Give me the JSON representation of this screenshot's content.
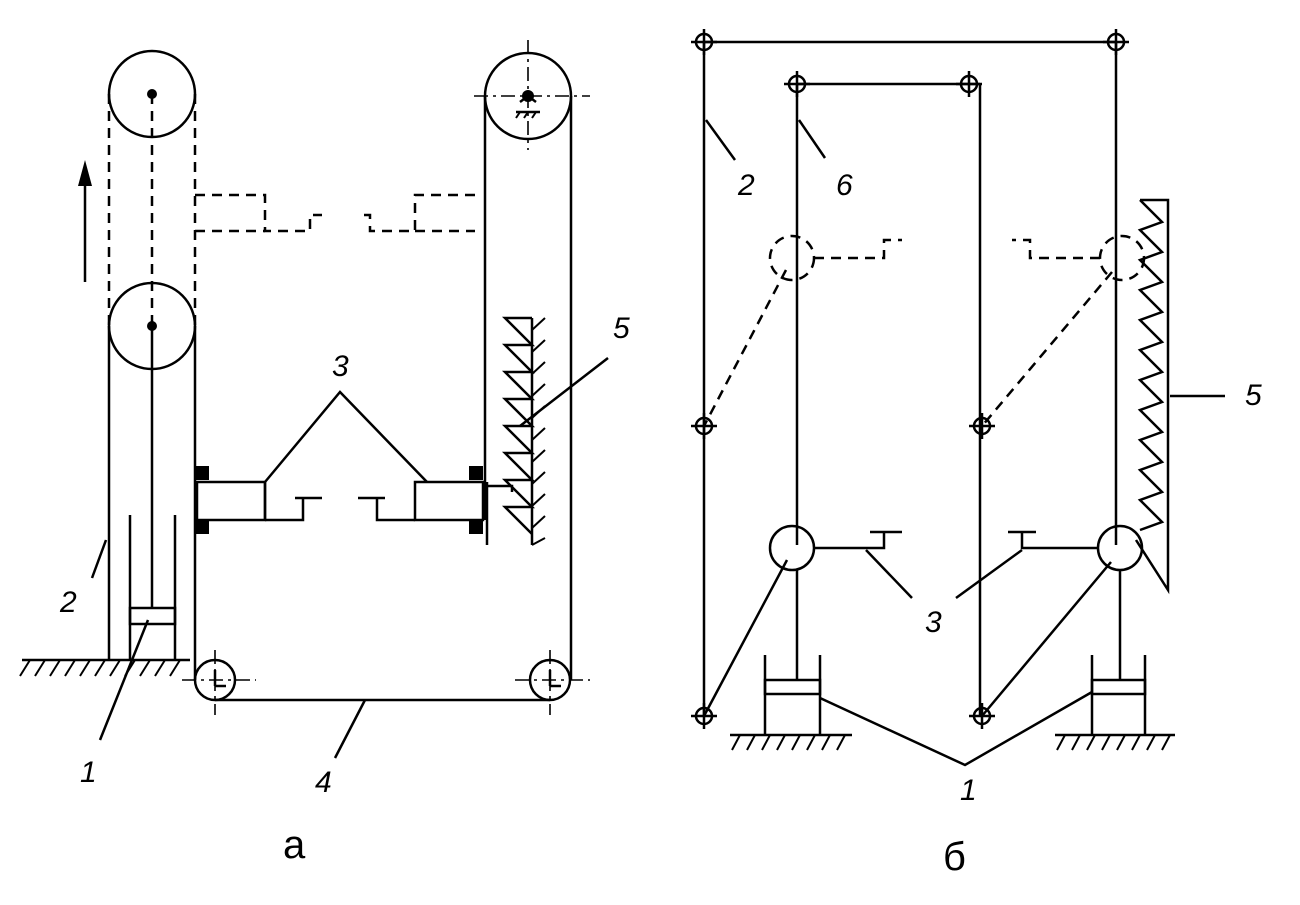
{
  "figure": {
    "left": {
      "caption": "а",
      "labels": {
        "l1": "1",
        "l2": "2",
        "l3": "3",
        "l4": "4",
        "l5": "5"
      }
    },
    "right": {
      "caption": "б",
      "labels": {
        "l1": "1",
        "l2": "2",
        "l3": "3",
        "l5": "5",
        "l6": "6"
      }
    }
  }
}
